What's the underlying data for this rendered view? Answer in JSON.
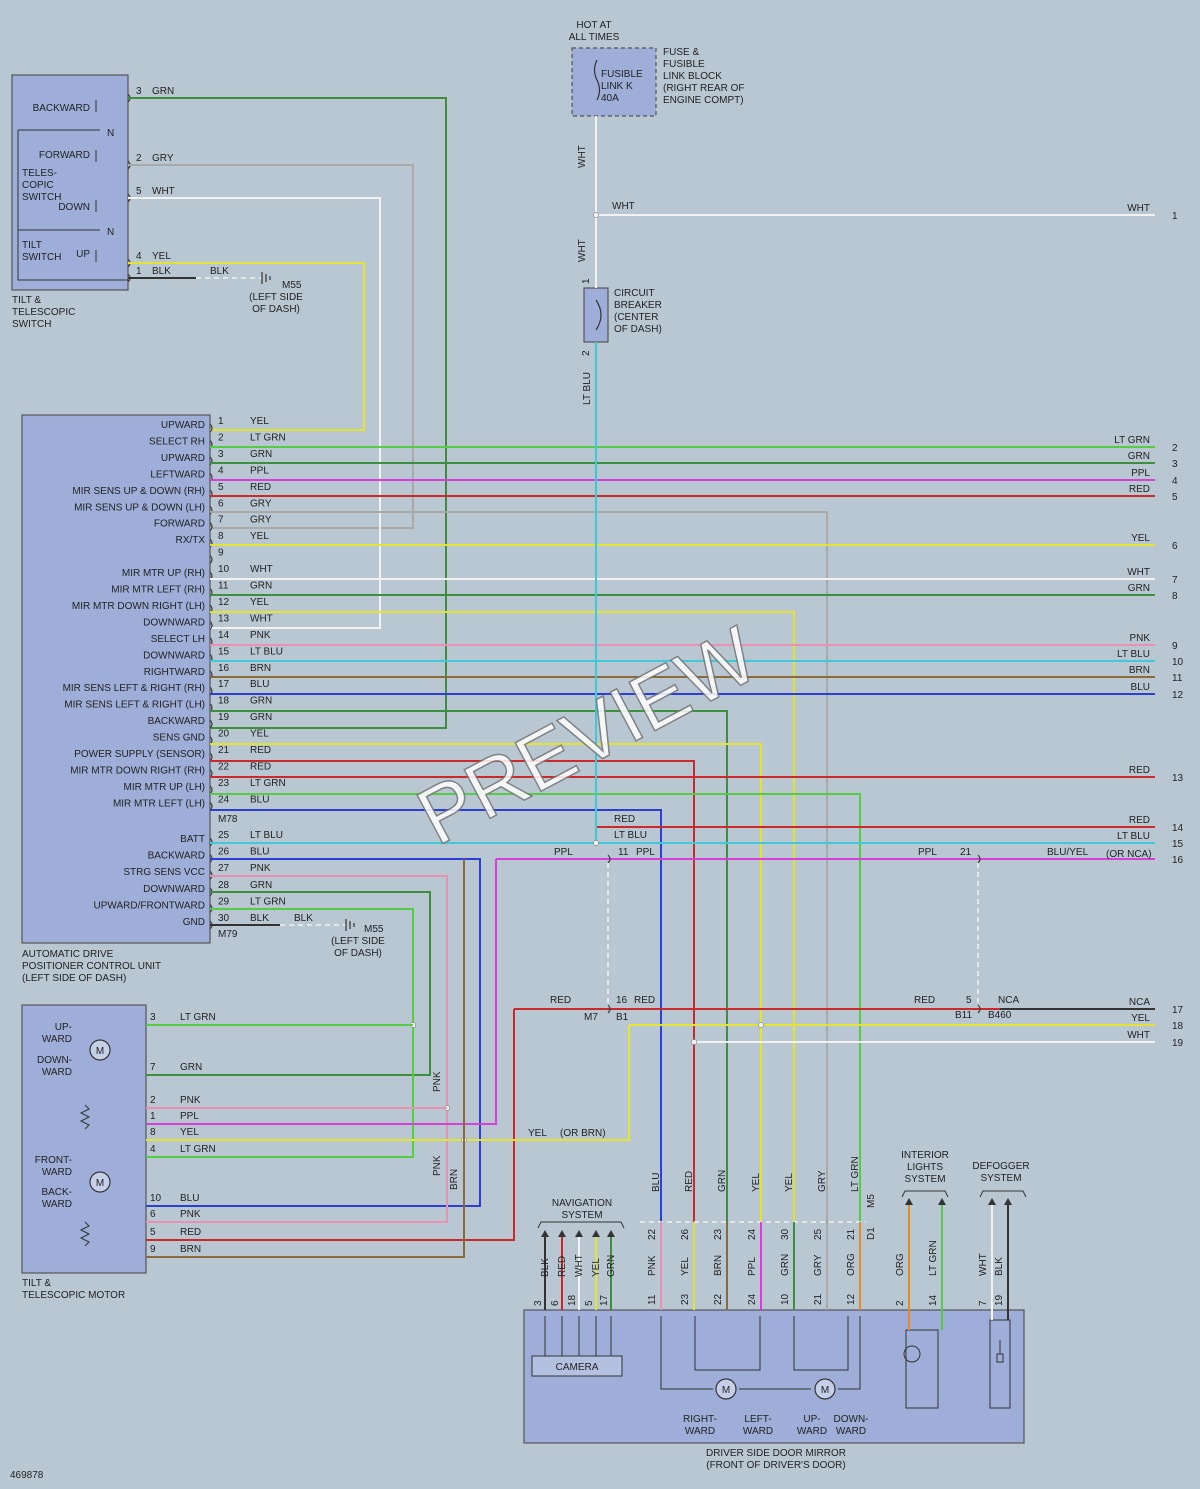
{
  "colors": {
    "GRN": "#3d8f3d",
    "LT GRN": "#55cc44",
    "GRY": "#a9a9a9",
    "WHT": "#f2f2f2",
    "YEL": "#e3e335",
    "BLK": "#333333",
    "PPL": "#d640d6",
    "RED": "#cc2a2a",
    "LT BLU": "#3fc8d8",
    "BRN": "#8a6a3a",
    "BLU": "#2b3fd6",
    "PNK": "#e891b3",
    "ORG": "#e38b2a",
    "NCA": "#333333",
    "BLU/YEL": "#333333"
  },
  "watermark": "PREVIEW",
  "diagram_id": "469878",
  "components": {
    "tilt_switch": {
      "name_lines": [
        "TILT &",
        "TELESCOPIC",
        "SWITCH"
      ],
      "labels": {
        "backward": "BACKWARD",
        "forward": "FORWARD",
        "telescopic": [
          "TELES-",
          "COPIC",
          "SWITCH"
        ],
        "down": "DOWN",
        "tilt": [
          "TILT",
          "SWITCH"
        ],
        "up": "UP",
        "n1": "N",
        "n2": "N"
      }
    },
    "fuse": {
      "hot": [
        "HOT AT",
        "ALL TIMES"
      ],
      "inner": [
        "FUSIBLE",
        "LINK K",
        "40A"
      ],
      "block": [
        "FUSE &",
        "FUSIBLE",
        "LINK BLOCK",
        "(RIGHT REAR OF",
        "ENGINE COMPT)"
      ]
    },
    "breaker": {
      "label": [
        "CIRCUIT",
        "BREAKER",
        "(CENTER",
        "OF DASH)"
      ],
      "pin_top": "1",
      "pin_bot": "2"
    },
    "control_unit": {
      "name_lines": [
        "AUTOMATIC DRIVE",
        "POSITIONER CONTROL UNIT",
        "(LEFT SIDE OF DASH)"
      ],
      "conn_a": "M78",
      "conn_b": "M79"
    },
    "motor": {
      "name_lines": [
        "TILT &",
        "TELESCOPIC MOTOR"
      ],
      "labels": {
        "upward": [
          "UP-",
          "WARD"
        ],
        "downward": [
          "DOWN-",
          "WARD"
        ],
        "frontward": [
          "FRONT-",
          "WARD"
        ],
        "backward": [
          "BACK-",
          "WARD"
        ],
        "m": "M"
      }
    },
    "mirror": {
      "name_lines": [
        "DRIVER SIDE DOOR MIRROR",
        "(FRONT OF DRIVER'S DOOR)"
      ],
      "camera": "CAMERA",
      "dirs": [
        [
          "RIGHT-",
          "WARD"
        ],
        [
          "LEFT-",
          "WARD"
        ],
        [
          "UP-",
          "WARD"
        ],
        [
          "DOWN-",
          "WARD"
        ]
      ],
      "m": "M"
    },
    "navigation": {
      "label": [
        "NAVIGATION",
        "SYSTEM"
      ]
    },
    "interior_lights": {
      "label": [
        "INTERIOR",
        "LIGHTS",
        "SYSTEM"
      ]
    },
    "defogger": {
      "label": [
        "DEFOGGER",
        "SYSTEM"
      ]
    },
    "ground": {
      "name": "M55",
      "loc": [
        "(LEFT SIDE",
        "OF DASH)"
      ]
    }
  },
  "tilt_switch_wires": [
    {
      "pin": "3",
      "color": "GRN"
    },
    {
      "pin": "2",
      "color": "GRY"
    },
    {
      "pin": "5",
      "color": "WHT"
    },
    {
      "pin": "4",
      "color": "YEL"
    },
    {
      "pin": "1",
      "color": "BLK"
    }
  ],
  "cu_pins": [
    {
      "pin": "1",
      "func": "UPWARD",
      "color": "YEL"
    },
    {
      "pin": "2",
      "func": "SELECT RH",
      "color": "LT GRN"
    },
    {
      "pin": "3",
      "func": "UPWARD",
      "color": "GRN"
    },
    {
      "pin": "4",
      "func": "LEFTWARD",
      "color": "PPL"
    },
    {
      "pin": "5",
      "func": "MIR SENS UP & DOWN (RH)",
      "color": "RED"
    },
    {
      "pin": "6",
      "func": "MIR SENS UP & DOWN (LH)",
      "color": "GRY"
    },
    {
      "pin": "7",
      "func": "FORWARD",
      "color": "GRY"
    },
    {
      "pin": "8",
      "func": "RX/TX",
      "color": "YEL"
    },
    {
      "pin": "9",
      "func": "",
      "color": ""
    },
    {
      "pin": "10",
      "func": "MIR MTR UP (RH)",
      "color": "WHT"
    },
    {
      "pin": "11",
      "func": "MIR MTR LEFT (RH)",
      "color": "GRN"
    },
    {
      "pin": "12",
      "func": "MIR MTR DOWN RIGHT (LH)",
      "color": "YEL"
    },
    {
      "pin": "13",
      "func": "DOWNWARD",
      "color": "WHT"
    },
    {
      "pin": "14",
      "func": "SELECT LH",
      "color": "PNK"
    },
    {
      "pin": "15",
      "func": "DOWNWARD",
      "color": "LT BLU"
    },
    {
      "pin": "16",
      "func": "RIGHTWARD",
      "color": "BRN"
    },
    {
      "pin": "17",
      "func": "MIR SENS LEFT & RIGHT (RH)",
      "color": "BLU"
    },
    {
      "pin": "18",
      "func": "MIR SENS LEFT & RIGHT (LH)",
      "color": "GRN"
    },
    {
      "pin": "19",
      "func": "BACKWARD",
      "color": "GRN"
    },
    {
      "pin": "20",
      "func": "SENS GND",
      "color": "YEL"
    },
    {
      "pin": "21",
      "func": "POWER SUPPLY (SENSOR)",
      "color": "RED"
    },
    {
      "pin": "22",
      "func": "MIR MTR DOWN RIGHT (RH)",
      "color": "RED"
    },
    {
      "pin": "23",
      "func": "MIR MTR UP (LH)",
      "color": "LT GRN"
    },
    {
      "pin": "24",
      "func": "MIR MTR LEFT (LH)",
      "color": "BLU"
    },
    {
      "pin": "25",
      "func": "BATT",
      "color": "LT BLU"
    },
    {
      "pin": "26",
      "func": "BACKWARD",
      "color": "BLU"
    },
    {
      "pin": "27",
      "func": "STRG SENS VCC",
      "color": "PNK"
    },
    {
      "pin": "28",
      "func": "DOWNWARD",
      "color": "GRN"
    },
    {
      "pin": "29",
      "func": "UPWARD/FRONTWARD",
      "color": "LT GRN"
    },
    {
      "pin": "30",
      "func": "GND",
      "color": "BLK"
    }
  ],
  "right_refs": [
    {
      "num": "1",
      "color": "WHT"
    },
    {
      "num": "2",
      "color": "LT GRN"
    },
    {
      "num": "3",
      "color": "GRN"
    },
    {
      "num": "4",
      "color": "PPL"
    },
    {
      "num": "5",
      "color": "RED"
    },
    {
      "num": "6",
      "color": "YEL"
    },
    {
      "num": "7",
      "color": "WHT"
    },
    {
      "num": "8",
      "color": "GRN"
    },
    {
      "num": "9",
      "color": "PNK"
    },
    {
      "num": "10",
      "color": "LT BLU"
    },
    {
      "num": "11",
      "color": "BRN"
    },
    {
      "num": "12",
      "color": "BLU"
    },
    {
      "num": "13",
      "color": "RED"
    },
    {
      "num": "14",
      "color": "RED"
    },
    {
      "num": "15",
      "color": "LT BLU"
    },
    {
      "num": "16",
      "color": "BLU/YEL"
    },
    {
      "num": "17",
      "color": "NCA"
    },
    {
      "num": "18",
      "color": "YEL"
    },
    {
      "num": "19",
      "color": "WHT"
    }
  ],
  "ref16_note": "(OR NCA)",
  "yel_note": "(OR BRN)",
  "connectors": {
    "c11": "11",
    "c21": "21",
    "c16": "16",
    "c5": "5",
    "m7": "M7",
    "b1": "B1",
    "b11": "B11",
    "b460": "B460",
    "m5": "M5",
    "d1": "D1"
  },
  "motor_pins": [
    {
      "pin": "3",
      "color": "LT GRN"
    },
    {
      "pin": "7",
      "color": "GRN"
    },
    {
      "pin": "2",
      "color": "PNK"
    },
    {
      "pin": "1",
      "color": "PPL"
    },
    {
      "pin": "8",
      "color": "YEL"
    },
    {
      "pin": "4",
      "color": "LT GRN"
    },
    {
      "pin": "10",
      "color": "BLU"
    },
    {
      "pin": "6",
      "color": "PNK"
    },
    {
      "pin": "5",
      "color": "RED"
    },
    {
      "pin": "9",
      "color": "BRN"
    }
  ],
  "nav_wires": [
    {
      "pin": "3",
      "color": "BLK"
    },
    {
      "pin": "6",
      "color": "RED"
    },
    {
      "pin": "18",
      "color": "WHT"
    },
    {
      "pin": "5",
      "color": "YEL"
    },
    {
      "pin": "17",
      "color": "GRN"
    }
  ],
  "mirror_top_labels": [
    {
      "color": "BLU"
    },
    {
      "color": "RED"
    },
    {
      "color": "GRN"
    },
    {
      "color": "YEL"
    },
    {
      "color": "YEL"
    },
    {
      "color": "GRY"
    },
    {
      "color": "LT GRN"
    }
  ],
  "mirror_d1": [
    {
      "pin": "22",
      "color": "PNK"
    },
    {
      "pin": "26",
      "color": "YEL"
    },
    {
      "pin": "23",
      "color": "BRN"
    },
    {
      "pin": "24",
      "color": "PPL"
    },
    {
      "pin": "30",
      "color": "GRN"
    },
    {
      "pin": "25",
      "color": "GRY"
    },
    {
      "pin": "21",
      "color": "ORG"
    }
  ],
  "mirror_pins": [
    {
      "pin": "11"
    },
    {
      "pin": "23"
    },
    {
      "pin": "22"
    },
    {
      "pin": "24"
    },
    {
      "pin": "10"
    },
    {
      "pin": "21"
    },
    {
      "pin": "12"
    }
  ],
  "light_wires": [
    {
      "pin": "2",
      "color": "ORG"
    },
    {
      "pin": "14",
      "color": "LT GRN"
    }
  ],
  "defog_wires": [
    {
      "pin": "7",
      "color": "WHT"
    },
    {
      "pin": "19",
      "color": "BLK"
    }
  ]
}
